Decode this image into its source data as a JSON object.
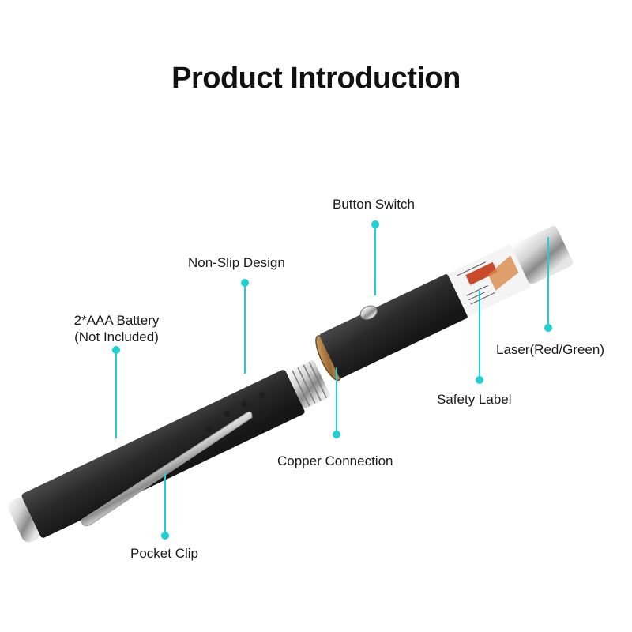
{
  "title": "Product Introduction",
  "accent_color": "#1fd0d2",
  "product": {
    "name": "laser pointer pen",
    "body_color": "#2b2b2b",
    "metal_color": "#d9d9d9",
    "copper_color": "#b8864e"
  },
  "callouts": [
    {
      "id": "button-switch",
      "label": "Button Switch"
    },
    {
      "id": "non-slip-design",
      "label": "Non-Slip Design"
    },
    {
      "id": "battery",
      "label_line1": "2*AAA Battery",
      "label_line2": "(Not Included)"
    },
    {
      "id": "laser",
      "label": "Laser(Red/Green)"
    },
    {
      "id": "safety-label",
      "label": "Safety Label"
    },
    {
      "id": "copper-connection",
      "label": "Copper Connection"
    },
    {
      "id": "pocket-clip",
      "label": "Pocket Clip"
    }
  ]
}
